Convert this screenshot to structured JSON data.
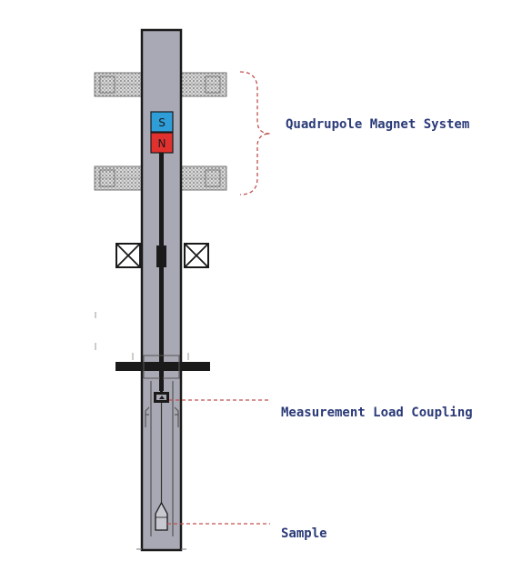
{
  "labels": {
    "quadrupole": "Quadrupole Magnet System",
    "measurement": "Measurement Load Coupling",
    "sample": "Sample"
  },
  "magnets": {
    "south": "S",
    "north": "N"
  },
  "colors": {
    "tube_fill": "#a9a9b5",
    "tube_stroke": "#1a1a1a",
    "magnet_south": "#2f9ed8",
    "magnet_north": "#e0312e",
    "callout_dash": "#c0504d",
    "label_text": "#2a3a78"
  },
  "icons": [
    "coil-cross-icon",
    "coil-cross-icon"
  ]
}
